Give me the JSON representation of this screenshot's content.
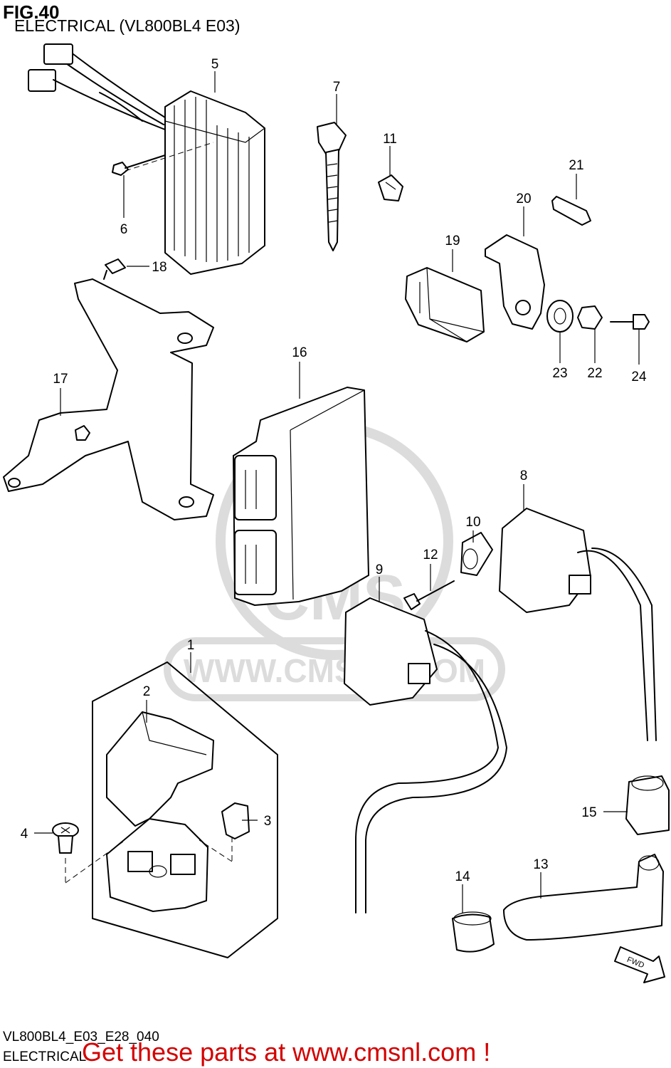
{
  "header": {
    "fig": "FIG.40",
    "title": "ELECTRICAL (VL800BL4 E03)"
  },
  "footer": {
    "code": "VL800BL4_E03_E28_040",
    "section": "ELECTRICAL",
    "cta": "Get these parts at www.cmsnl.com !"
  },
  "watermark": {
    "url": "WWW.CMSNL.COM",
    "brand": "CMS"
  },
  "fwd_label": "FWD",
  "callouts": [
    {
      "id": "1",
      "number": "1"
    },
    {
      "id": "2",
      "number": "2"
    },
    {
      "id": "3",
      "number": "3"
    },
    {
      "id": "4",
      "number": "4"
    },
    {
      "id": "5",
      "number": "5"
    },
    {
      "id": "6",
      "number": "6"
    },
    {
      "id": "7",
      "number": "7"
    },
    {
      "id": "8",
      "number": "8"
    },
    {
      "id": "9",
      "number": "9"
    },
    {
      "id": "10",
      "number": "10"
    },
    {
      "id": "11",
      "number": "11"
    },
    {
      "id": "12",
      "number": "12"
    },
    {
      "id": "13",
      "number": "13"
    },
    {
      "id": "14",
      "number": "14"
    },
    {
      "id": "15",
      "number": "15"
    },
    {
      "id": "16",
      "number": "16"
    },
    {
      "id": "17",
      "number": "17"
    },
    {
      "id": "18",
      "number": "18"
    },
    {
      "id": "19",
      "number": "19"
    },
    {
      "id": "20",
      "number": "20"
    },
    {
      "id": "21",
      "number": "21"
    },
    {
      "id": "22",
      "number": "22"
    },
    {
      "id": "23",
      "number": "23"
    },
    {
      "id": "24",
      "number": "24"
    }
  ],
  "colors": {
    "ink": "#000000",
    "watermark": "#dcdcdc",
    "cta": "#d40000",
    "background": "#ffffff"
  }
}
